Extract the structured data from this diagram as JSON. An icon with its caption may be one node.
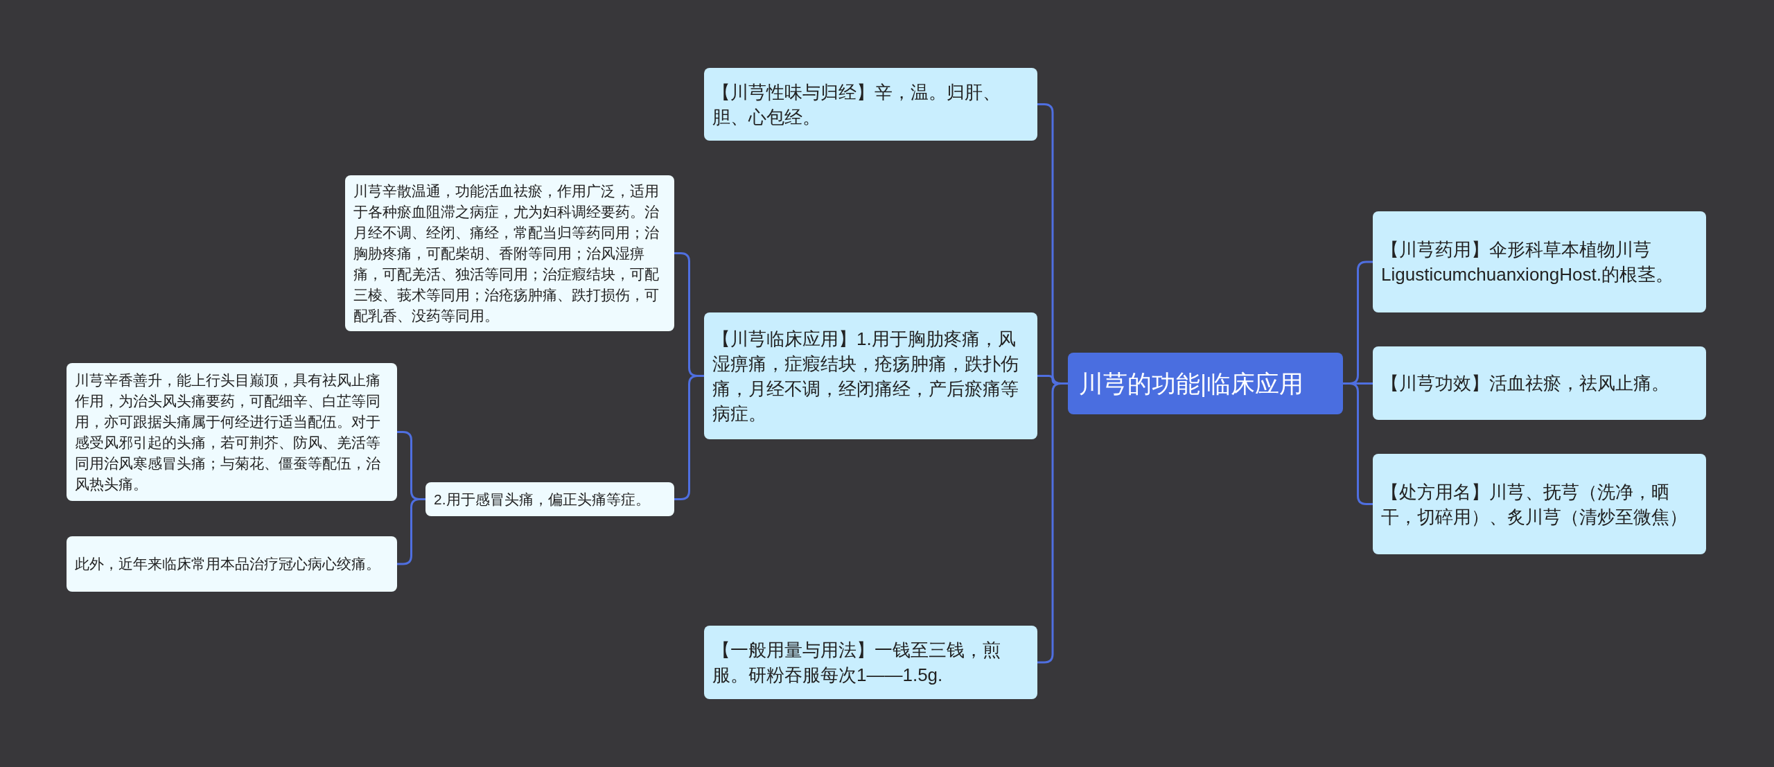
{
  "diagram": {
    "nodes": [
      {
        "text": [
          "川芎的功能|临床应用"
        ]
      },
      {
        "text": [
          "【川芎性味与归经】辛，温。归肝、胆、心包经。"
        ]
      },
      {
        "text": [
          "【川芎临床应用】1.用于胸肋疼痛，风湿痹痛，症瘕结块，疮疡肿痛，跌扑伤痛，月经不调，经闭痛经，产后瘀痛等病症。"
        ]
      },
      {
        "text": [
          "川芎辛散温通，功能活血祛瘀，作用广泛，适用于各种瘀血阻滞之病症，尤为妇科调经要药。治月经不调、经闭、痛经，常配当归等药同用；治胸胁疼痛，可配柴胡、香附等同用；治风湿痹痛，可配羌活、独活等同用；治症瘕结块，可配三棱、莪术等同用；治疮疡肿痛、跌打损伤，可配乳香、没药等同用。"
        ]
      },
      {
        "text": [
          "2.用于感冒头痛，偏正头痛等症。"
        ]
      },
      {
        "text": [
          "川芎辛香善升，能上行头目巅顶，具有祛风止痛作用，为治头风头痛要药，可配细辛、白芷等同用，亦可跟据头痛属于何经进行适当配伍。对于感受风邪引起的头痛，若可荆芥、防风、羌活等同用治风寒感冒头痛；与菊花、僵蚕等配伍，治风热头痛。"
        ]
      },
      {
        "text": [
          "此外，近年来临床常用本品治疗冠心病心绞痛。"
        ]
      },
      {
        "text": [
          "【一般用量与用法】一钱至三钱，煎服。研粉吞服每次1——1.5g."
        ]
      },
      {
        "text": [
          "【川芎药用】伞形科草本植物川芎LigusticumchuanxiongHost.的根茎。"
        ]
      },
      {
        "text": [
          "【川芎功效】活血祛瘀，祛风止痛。"
        ]
      },
      {
        "text": [
          "【处方用名】川芎、抚芎（洗净，晒干，切碎用）、炙川芎（清炒至微焦）"
        ]
      }
    ],
    "edges": [
      {
        "from": 0,
        "to": 1,
        "arrow": "none"
      },
      {
        "from": 0,
        "to": 2,
        "arrow": "none"
      },
      {
        "from": 0,
        "to": 7,
        "arrow": "none"
      },
      {
        "from": 0,
        "to": 8,
        "arrow": "none"
      },
      {
        "from": 0,
        "to": 9,
        "arrow": "none"
      },
      {
        "from": 0,
        "to": 10,
        "arrow": "none"
      },
      {
        "from": 2,
        "to": 3,
        "arrow": "none"
      },
      {
        "from": 2,
        "to": 4,
        "arrow": "none"
      },
      {
        "from": 4,
        "to": 5,
        "arrow": "none"
      },
      {
        "from": 4,
        "to": 6,
        "arrow": "none"
      }
    ]
  }
}
